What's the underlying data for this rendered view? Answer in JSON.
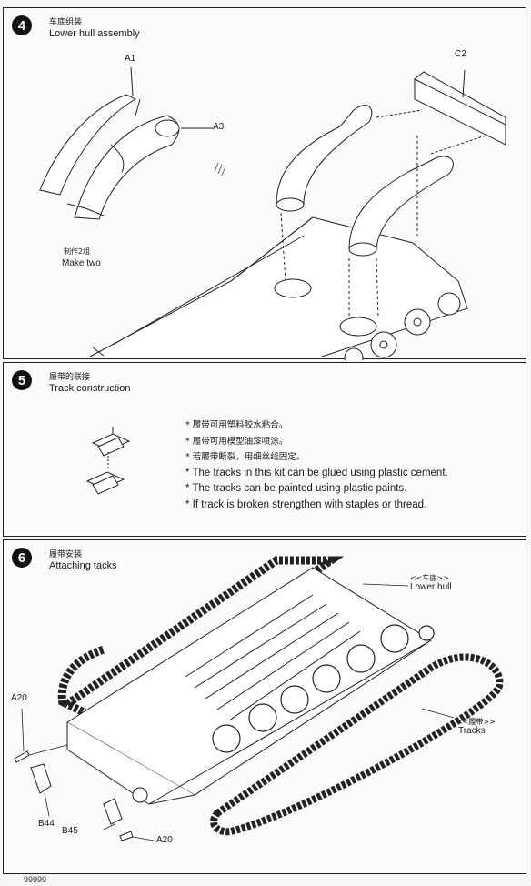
{
  "step4": {
    "number": "4",
    "title_cn": "车底组装",
    "title_en": "Lower hull assembly",
    "labels": {
      "a1": "A1",
      "a3": "A3",
      "c2": "C2"
    },
    "make_two_cn": "制作2组",
    "make_two_en": "Make two"
  },
  "step5": {
    "number": "5",
    "title_cn": "履带的联接",
    "title_en": "Track construction",
    "notes_cn": [
      "履带可用塑料胶水粘合。",
      "履带可用模型油漆喷涂。",
      "若履带断裂，用细丝线固定。"
    ],
    "notes_en": [
      "The tracks in this kit can be glued using plastic cement.",
      "The tracks can be painted using plastic paints.",
      "If track is broken strengthen with staples or thread."
    ]
  },
  "step6": {
    "number": "6",
    "title_cn": "履带安装",
    "title_en": "Attaching tacks",
    "lower_hull_cn": "<<车底>>",
    "lower_hull_en": "Lower hull",
    "tracks_cn": "<<履带>>",
    "tracks_en": "Tracks",
    "labels": {
      "a20_top": "A20",
      "b44": "B44",
      "b45": "B45",
      "a20_bottom": "A20"
    }
  },
  "footer": "99999"
}
